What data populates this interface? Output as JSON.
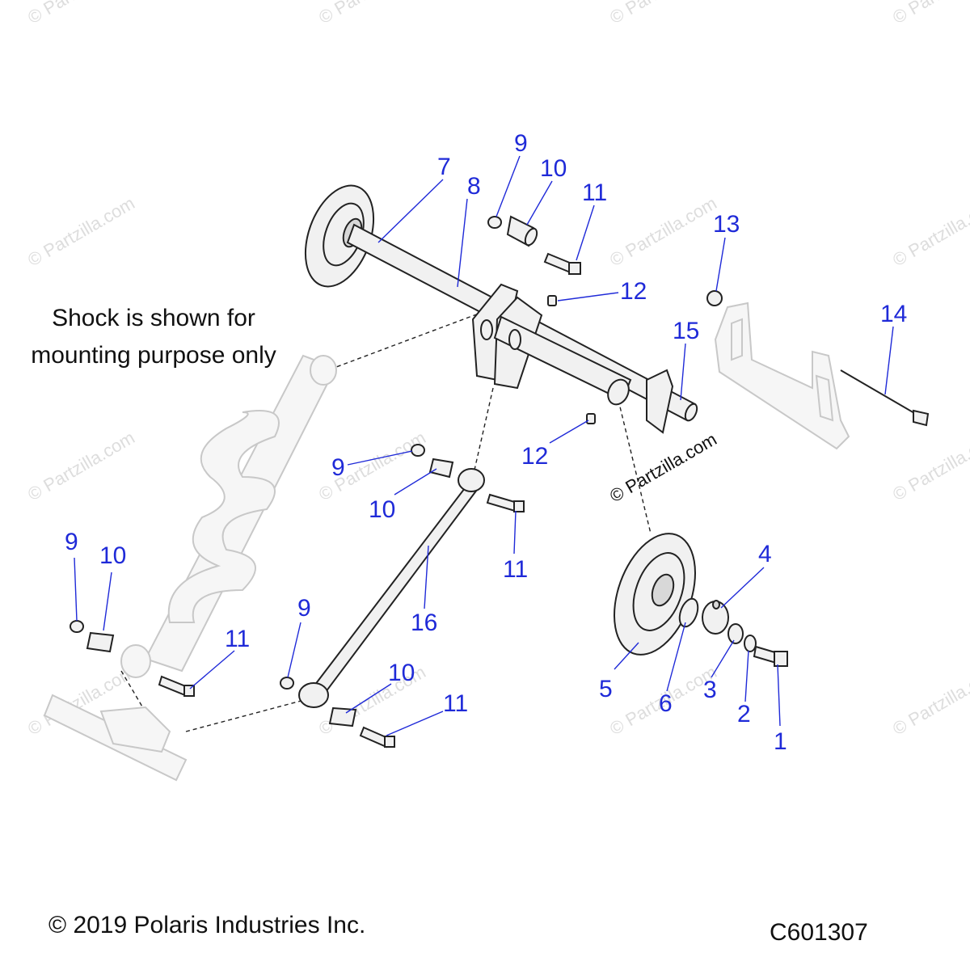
{
  "note": {
    "line1": "Shock is shown for",
    "line2": "mounting purpose only"
  },
  "footer": {
    "copyright": "© 2019 Polaris Industries Inc.",
    "code": "C601307"
  },
  "watermark": {
    "text": "© Partzilla.com"
  },
  "callouts": {
    "c1": "1",
    "c2": "2",
    "c3": "3",
    "c4": "4",
    "c5": "5",
    "c6": "6",
    "c7": "7",
    "c8": "8",
    "c9a": "9",
    "c10a": "10",
    "c11a": "11",
    "c12a": "12",
    "c13": "13",
    "c14": "14",
    "c15": "15",
    "c9b": "9",
    "c10b": "10",
    "c12b": "12",
    "c11b": "11",
    "c16": "16",
    "c9c": "9",
    "c10c": "10",
    "c11c": "11",
    "c9d": "9",
    "c10d": "10",
    "c11d": "11"
  },
  "colors": {
    "callout": "#1f2ad8",
    "line": "#222222",
    "watermark": "#dddddd"
  }
}
